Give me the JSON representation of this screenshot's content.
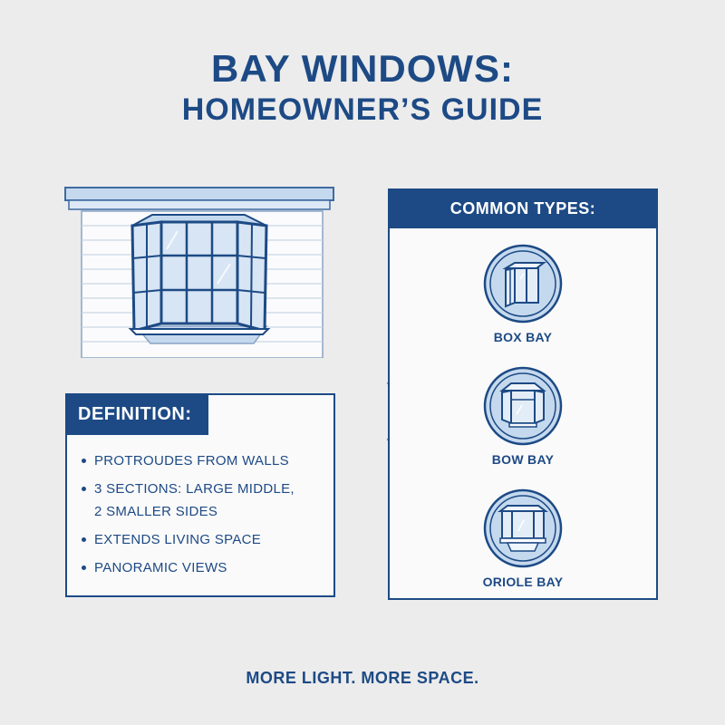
{
  "header": {
    "title_line1": "BAY WINDOWS:",
    "title_line2": "HOMEOWNER’S GUIDE"
  },
  "illustration": {
    "icon": "bay-window-house-illustration"
  },
  "definition": {
    "heading": "DEFINITION:",
    "items": [
      "PROTROUDES FROM WALLS",
      "3 SECTIONS: LARGE MIDDLE,",
      "2 SMALLER SIDES",
      "EXTENDS LIVING SPACE",
      "PANORAMIC VIEWS"
    ]
  },
  "types": {
    "heading": "COMMON TYPES:",
    "items": [
      {
        "label": "BOX BAY",
        "icon": "box-bay-icon"
      },
      {
        "label": "BOW BAY",
        "icon": "bow-bay-icon"
      },
      {
        "label": "ORIOLE BAY",
        "icon": "oriole-bay-icon"
      }
    ]
  },
  "footer": {
    "tagline": "MORE LIGHT. MORE SPACE."
  },
  "colors": {
    "primary": "#1d4a85",
    "light_blue": "#c5d9ee",
    "background": "#ececec"
  }
}
